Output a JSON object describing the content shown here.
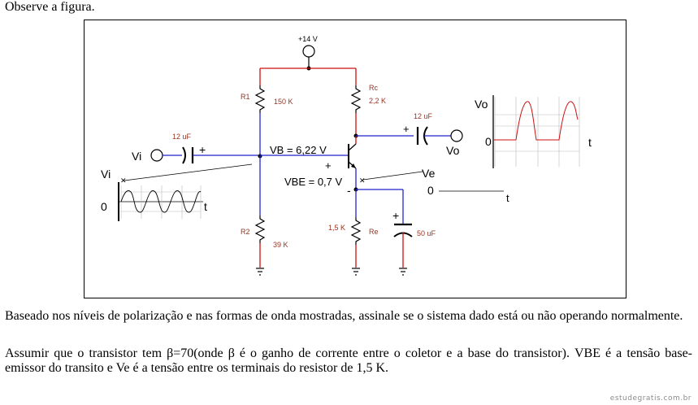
{
  "intro": "Observe a figura.",
  "circuit": {
    "supply": "+14 V",
    "r1_name": "R1",
    "r1_value": "150 K",
    "rc_name": "Rc",
    "rc_value": "2,2 K",
    "r2_name": "R2",
    "r2_value": "39 K",
    "re_value": "1,5 K",
    "re_name": "Re",
    "cin_value": "12 uF",
    "cout_value": "12 uF",
    "ce_value": "50 uF",
    "vi_label": "Vi",
    "vo_label": "Vo",
    "vb_text": "VB = 6,22 V",
    "vbe_text": "VBE = 0,7 V",
    "plus_sign": "+",
    "minus_sign": "-",
    "ve_label": "Ve",
    "ve_zero": "0",
    "ve_t": "t",
    "vi_graph_label": "Vi",
    "vi_graph_zero": "0",
    "vi_graph_t": "t",
    "vo_graph_label": "Vo",
    "vo_graph_zero": "0",
    "vo_graph_t": "t"
  },
  "paragraph1": "Baseado nos níveis de polarização e nas formas de onda mostradas, assinale se o sistema dado está ou não operando normalmente.",
  "paragraph2": "Assumir que o transistor tem  β=70(onde β é  o ganho de corrente entre o coletor e a base do transistor). VBE é a tensão base-emissor do transito e Ve é a tensão entre os terminais do resistor de 1,5 K.",
  "watermark": "estudegratis.com.br",
  "colors": {
    "wire_blue": "#2222cc",
    "component_red": "#cc1111",
    "label_red": "#993322",
    "graph_grid": "#bbbbbb"
  }
}
